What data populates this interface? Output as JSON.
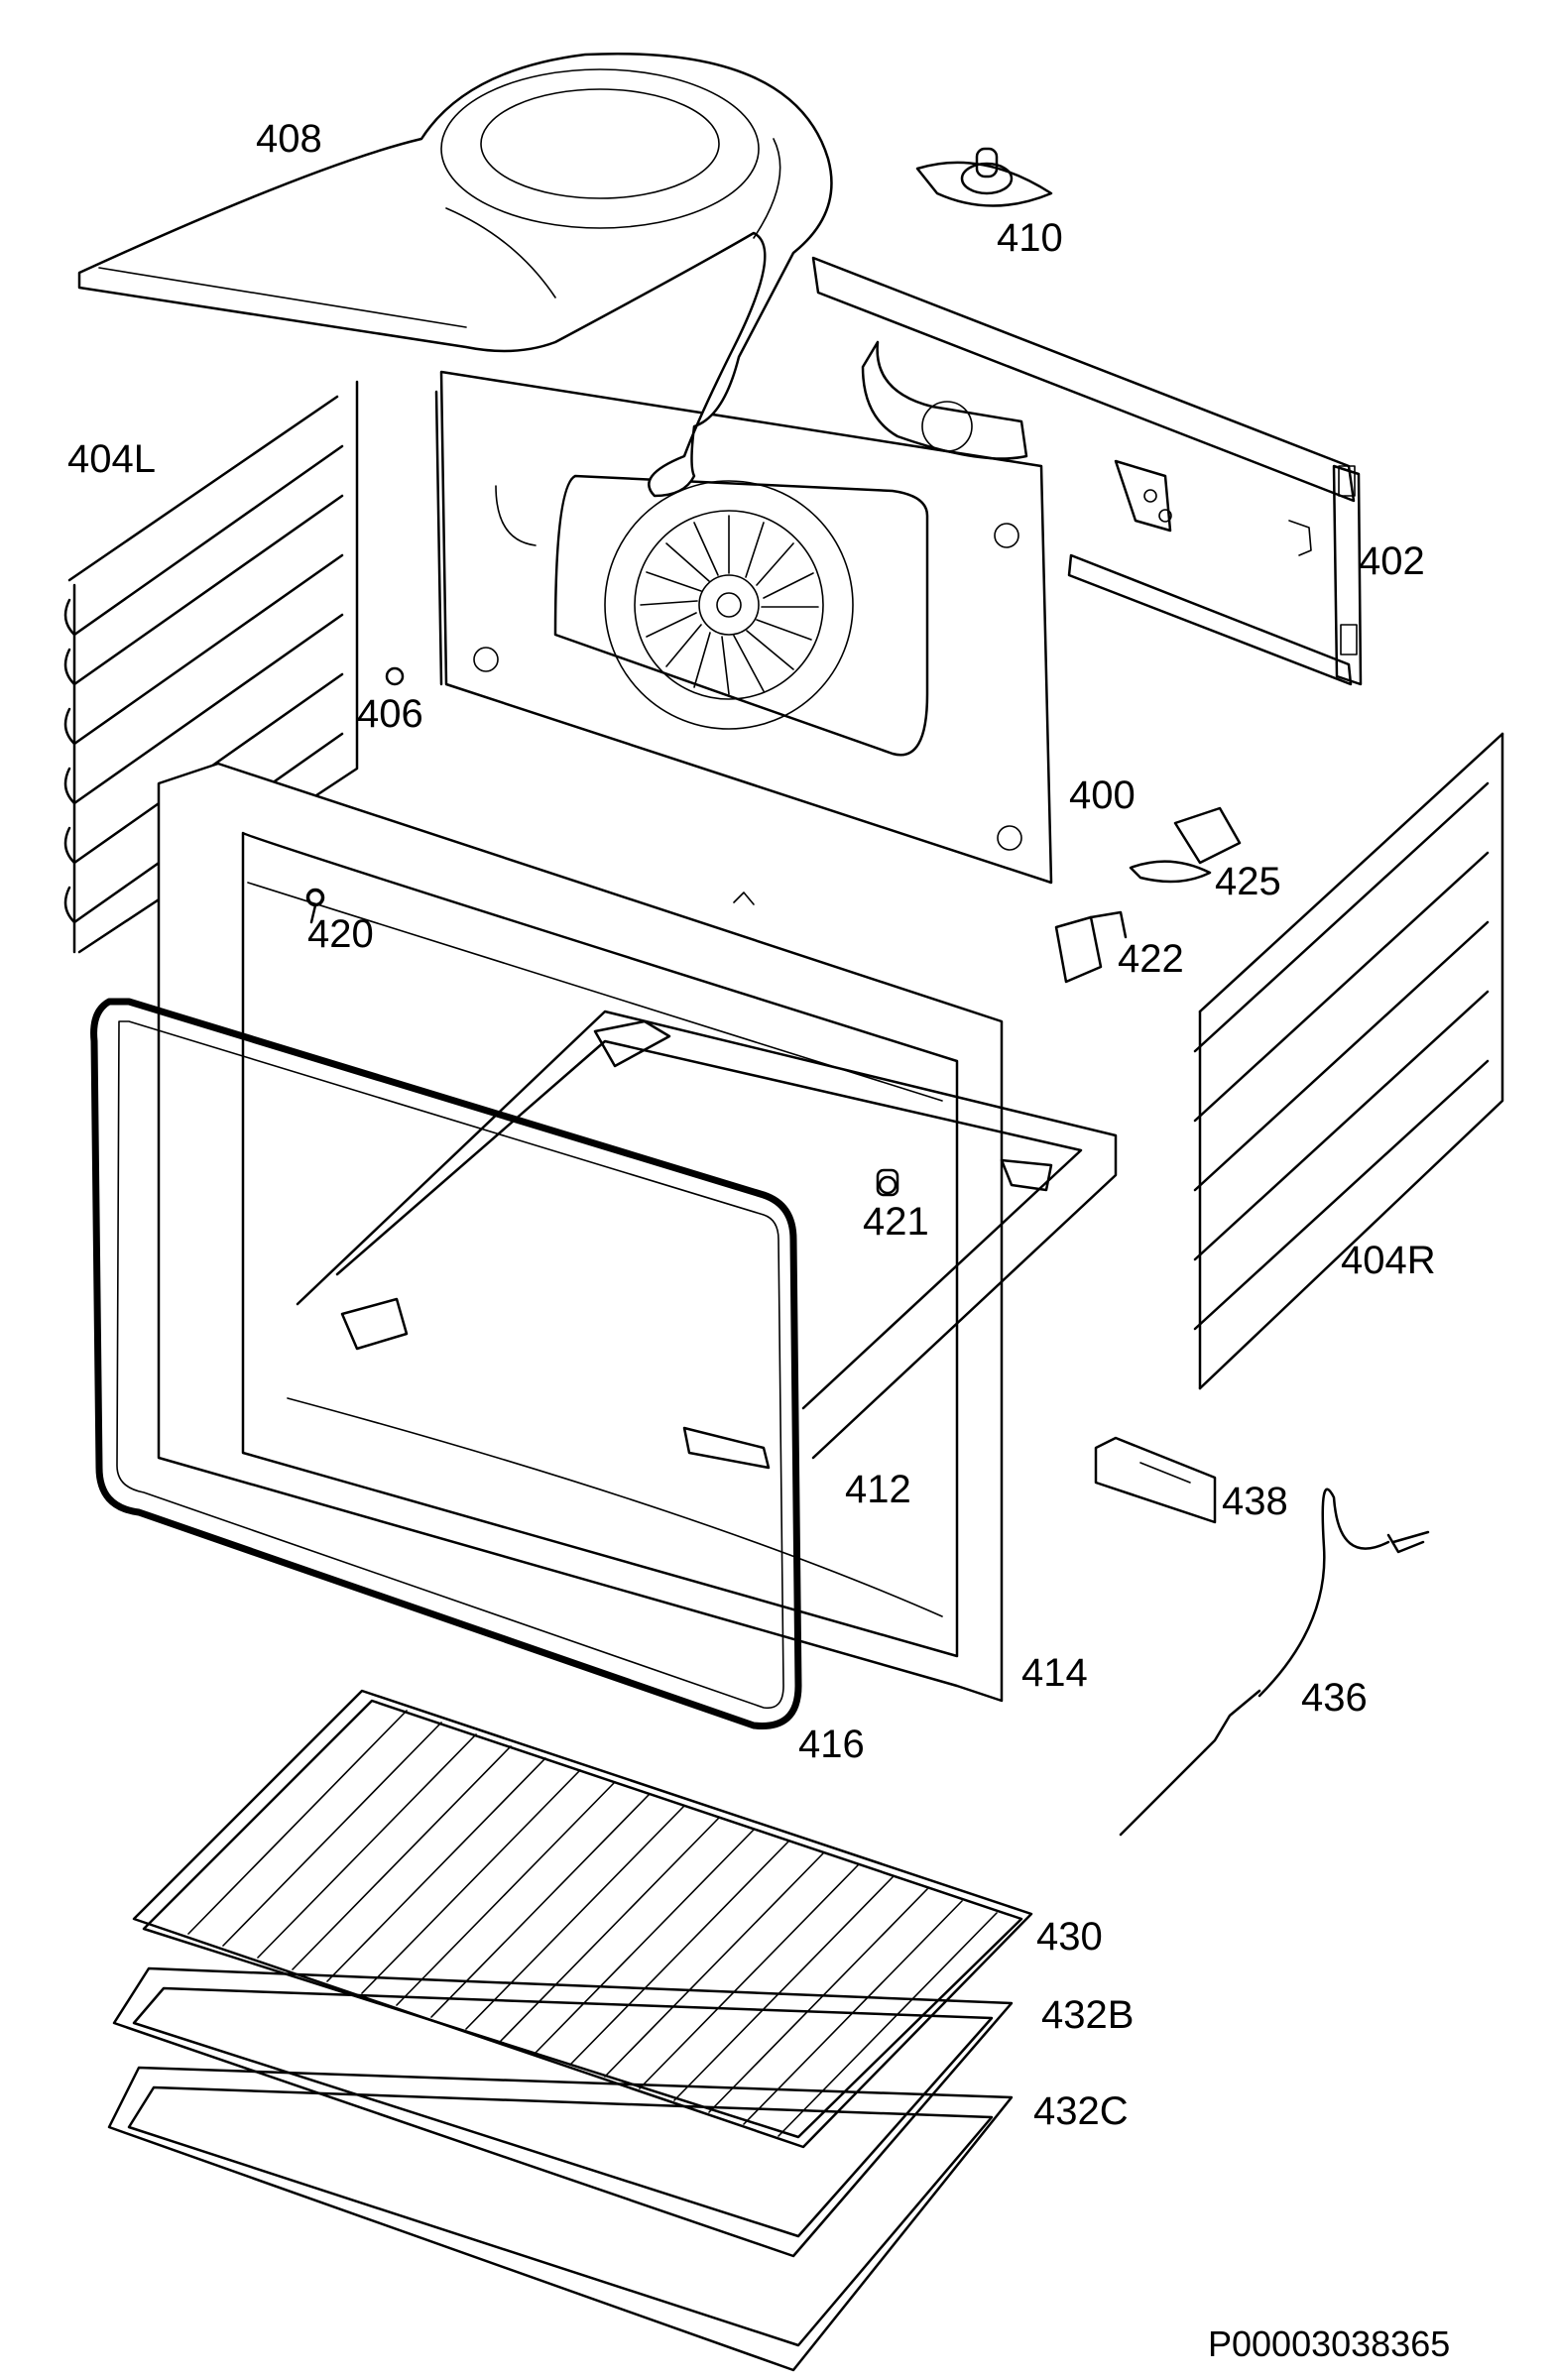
{
  "diagram": {
    "labels": {
      "l408": "408",
      "l410": "410",
      "l404L": "404L",
      "l402": "402",
      "l406": "406",
      "l400": "400",
      "l425": "425",
      "l420": "420",
      "l422": "422",
      "l421": "421",
      "l404R": "404R",
      "l412": "412",
      "l438": "438",
      "l414": "414",
      "l436": "436",
      "l416": "416",
      "l430": "430",
      "l432B": "432B",
      "l432C": "432C"
    },
    "document_code": "P00003038365"
  }
}
